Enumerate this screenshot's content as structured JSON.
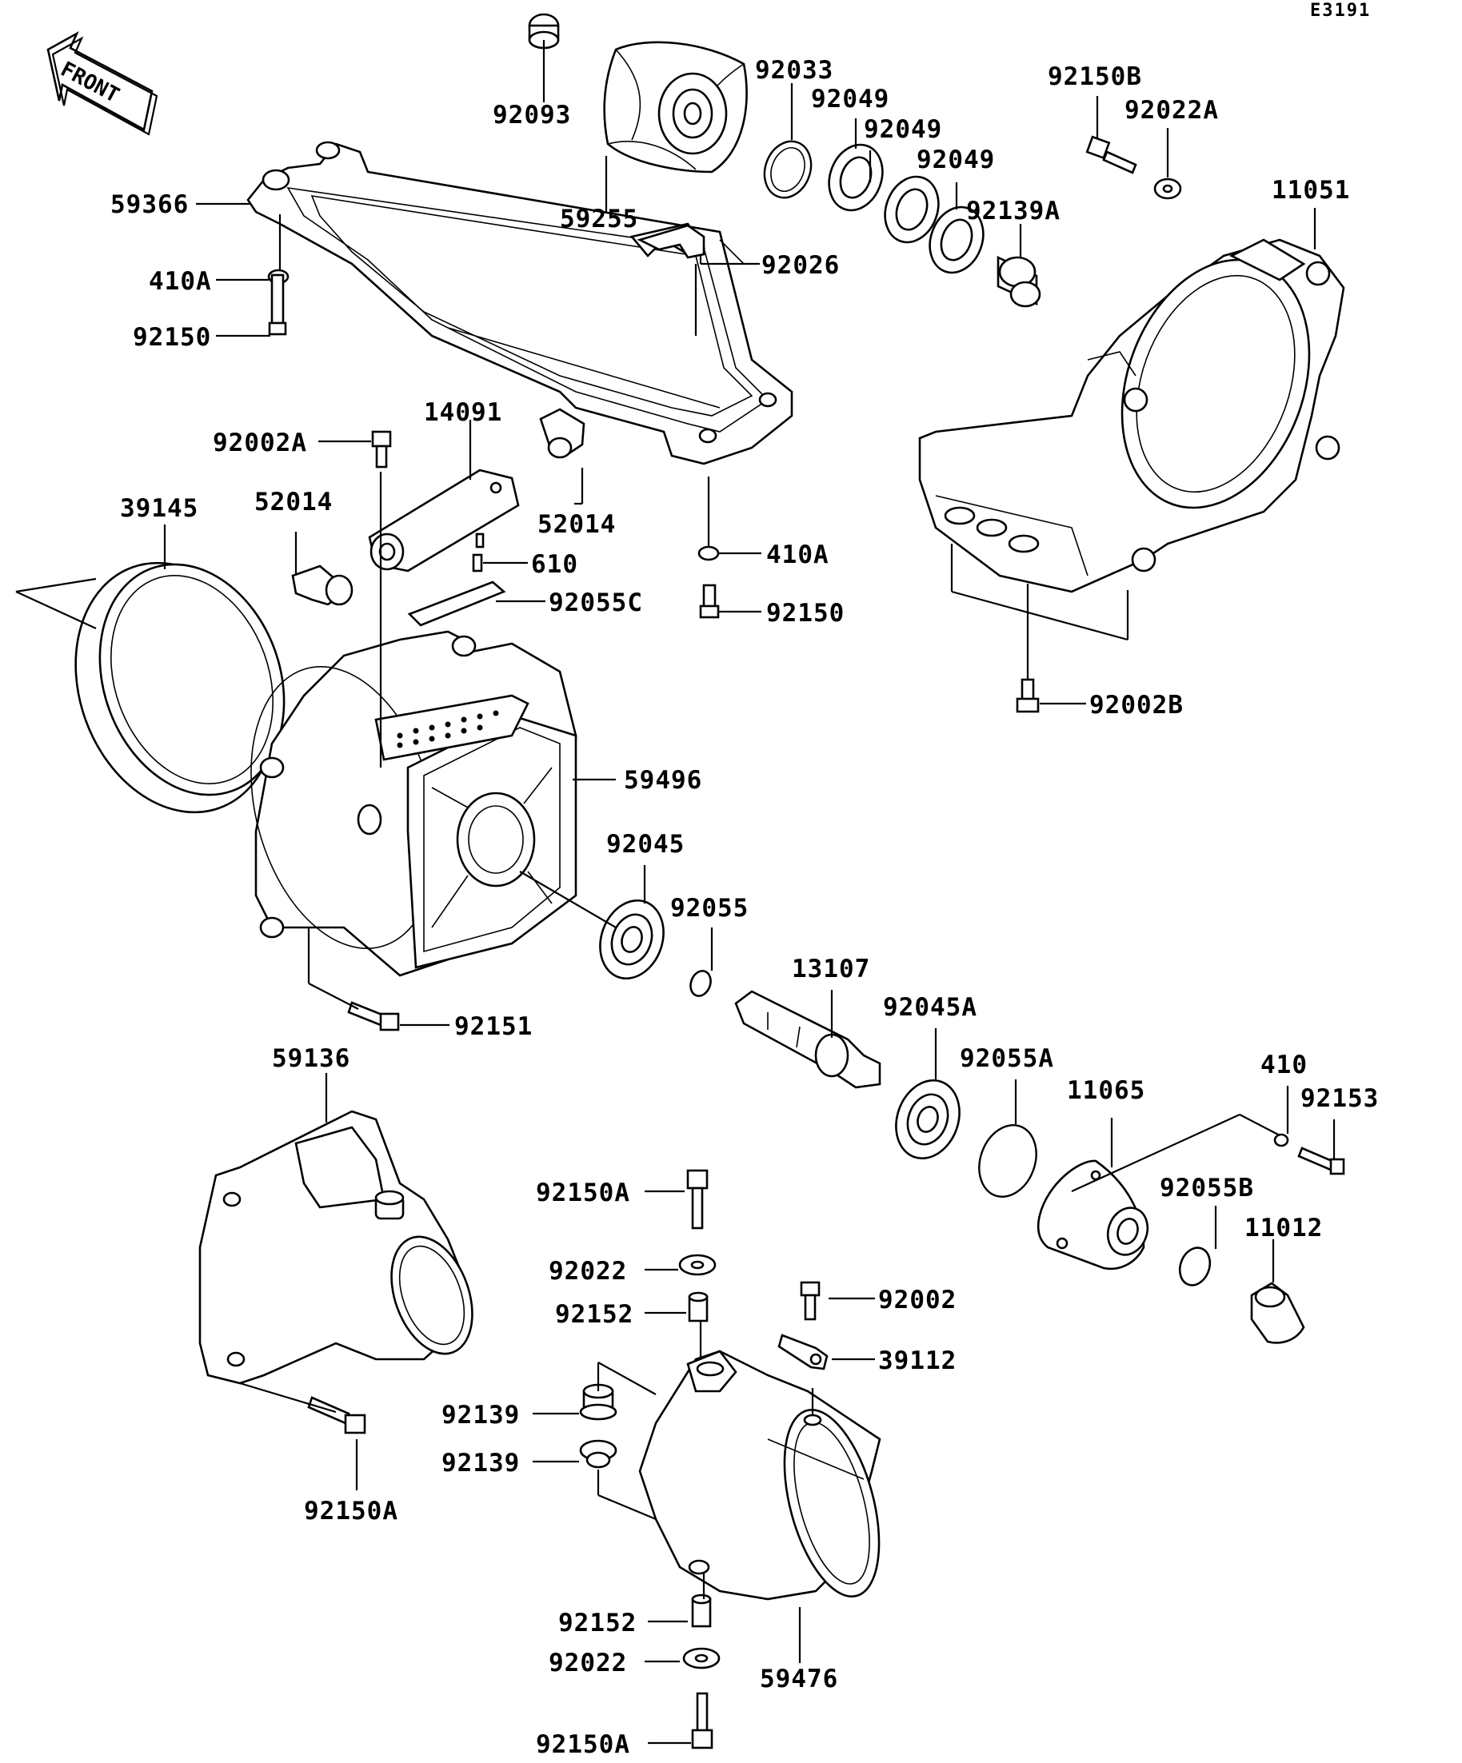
{
  "diagram_code": "E3191",
  "front_label": "FRONT",
  "labels": [
    {
      "id": "p92093",
      "text": "92093"
    },
    {
      "id": "p92033",
      "text": "92033"
    },
    {
      "id": "p92049a",
      "text": "92049"
    },
    {
      "id": "p92049b",
      "text": "92049"
    },
    {
      "id": "p92049c",
      "text": "92049"
    },
    {
      "id": "p92150b",
      "text": "92150B"
    },
    {
      "id": "p92022a",
      "text": "92022A"
    },
    {
      "id": "p11051",
      "text": "11051"
    },
    {
      "id": "p92139a",
      "text": "92139A"
    },
    {
      "id": "p59366",
      "text": "59366"
    },
    {
      "id": "p59255",
      "text": "59255"
    },
    {
      "id": "p92026",
      "text": "92026"
    },
    {
      "id": "p410a_top",
      "text": "410A"
    },
    {
      "id": "p92150_top",
      "text": "92150"
    },
    {
      "id": "p14091",
      "text": "14091"
    },
    {
      "id": "p92002a",
      "text": "92002A"
    },
    {
      "id": "p52014l",
      "text": "52014"
    },
    {
      "id": "p52014r",
      "text": "52014"
    },
    {
      "id": "p39145",
      "text": "39145"
    },
    {
      "id": "p610",
      "text": "610"
    },
    {
      "id": "p410a_mid",
      "text": "410A"
    },
    {
      "id": "p92055c",
      "text": "92055C"
    },
    {
      "id": "p92150_mid",
      "text": "92150"
    },
    {
      "id": "p92002b",
      "text": "92002B"
    },
    {
      "id": "p59496",
      "text": "59496"
    },
    {
      "id": "p92045",
      "text": "92045"
    },
    {
      "id": "p92055",
      "text": "92055"
    },
    {
      "id": "p13107",
      "text": "13107"
    },
    {
      "id": "p92045a",
      "text": "92045A"
    },
    {
      "id": "p92055a",
      "text": "92055A"
    },
    {
      "id": "p410",
      "text": "410"
    },
    {
      "id": "p11065",
      "text": "11065"
    },
    {
      "id": "p92153",
      "text": "92153"
    },
    {
      "id": "p92151",
      "text": "92151"
    },
    {
      "id": "p59136",
      "text": "59136"
    },
    {
      "id": "p92150a_mid",
      "text": "92150A"
    },
    {
      "id": "p92055b",
      "text": "92055B"
    },
    {
      "id": "p11012",
      "text": "11012"
    },
    {
      "id": "p92022_mid",
      "text": "92022"
    },
    {
      "id": "p92002",
      "text": "92002"
    },
    {
      "id": "p92152_top",
      "text": "92152"
    },
    {
      "id": "p39112",
      "text": "39112"
    },
    {
      "id": "p92139_1",
      "text": "92139"
    },
    {
      "id": "p92139_2",
      "text": "92139"
    },
    {
      "id": "p92150a_left",
      "text": "92150A"
    },
    {
      "id": "p92152_bot",
      "text": "92152"
    },
    {
      "id": "p59476",
      "text": "59476"
    },
    {
      "id": "p92022_bot",
      "text": "92022"
    },
    {
      "id": "p92150a_bot",
      "text": "92150A"
    }
  ]
}
